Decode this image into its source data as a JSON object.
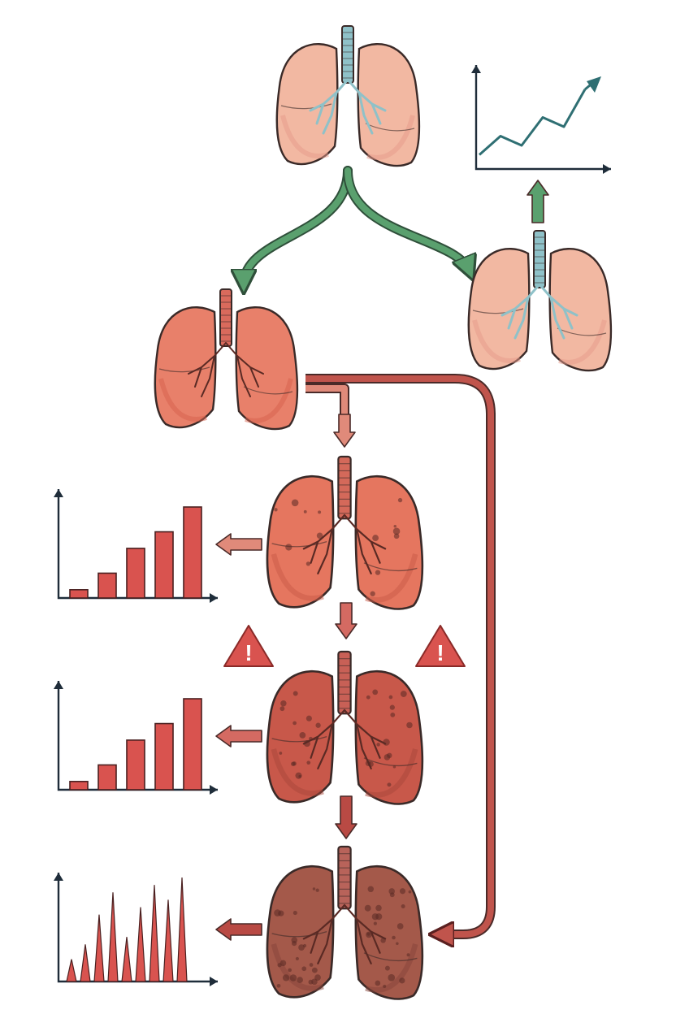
{
  "diagram": {
    "nodes": [
      {
        "id": "healthy",
        "state": "healthy lungs",
        "colors": {
          "fill": "#f2b8a2",
          "shade": "#e6998a",
          "airway": "#8fc1c8"
        }
      },
      {
        "id": "recovered",
        "state": "recovering lungs",
        "colors": {
          "fill": "#f2b8a2",
          "shade": "#e6998a",
          "airway": "#8fc1c8"
        }
      },
      {
        "id": "inflamed",
        "state": "inflamed lungs",
        "colors": {
          "fill": "#e8806a",
          "shade": "#d6604c",
          "airway": "#d96a5c"
        }
      },
      {
        "id": "stage1",
        "state": "damaged lungs stage 1",
        "colors": {
          "fill": "#e5765f",
          "shade": "#c95a48",
          "airway": "#d4695a"
        }
      },
      {
        "id": "stage2",
        "state": "damaged lungs stage 2",
        "colors": {
          "fill": "#c8584a",
          "shade": "#a8463a",
          "airway": "#c86056"
        }
      },
      {
        "id": "stage3",
        "state": "damaged lungs stage 3",
        "colors": {
          "fill": "#a4594a",
          "shade": "#86443a",
          "airway": "#b8635a"
        }
      }
    ],
    "edges": [
      {
        "from": "healthy",
        "to": "inflamed",
        "kind": "branch",
        "color": "#5aa06e"
      },
      {
        "from": "healthy",
        "to": "recovered",
        "kind": "branch",
        "color": "#5aa06e"
      },
      {
        "from": "recovered",
        "to": "trend-chart",
        "kind": "up",
        "color": "#5aa06e"
      },
      {
        "from": "inflamed",
        "to": "stage1",
        "kind": "down",
        "color": "#e08a7a"
      },
      {
        "from": "stage1",
        "to": "stage2",
        "kind": "down",
        "color": "#d46a62"
      },
      {
        "from": "stage2",
        "to": "stage3",
        "kind": "down",
        "color": "#b94a44"
      },
      {
        "from": "inflamed",
        "to": "stage3",
        "kind": "bypass",
        "color": "#c0544c"
      }
    ],
    "warnings": [
      {
        "icon": "warning-icon",
        "glyph": "!",
        "color": "#d9534f"
      },
      {
        "icon": "warning-icon",
        "glyph": "!",
        "color": "#d9534f"
      }
    ],
    "trend_chart": {
      "icon": "line-chart-icon",
      "values": [
        1,
        3,
        2,
        5,
        4,
        8
      ],
      "color": "#2f6f73"
    },
    "stage_charts": [
      {
        "icon": "bar-chart-icon",
        "values": [
          1,
          3,
          6,
          8,
          11
        ],
        "color": "#d9534f"
      },
      {
        "icon": "bar-chart-icon",
        "values": [
          1,
          3,
          6,
          8,
          11
        ],
        "color": "#d9534f"
      },
      {
        "icon": "spike-chart-icon",
        "values": [
          3,
          5,
          9,
          12,
          6,
          10,
          13,
          11,
          14
        ],
        "color": "#d9534f"
      }
    ]
  }
}
